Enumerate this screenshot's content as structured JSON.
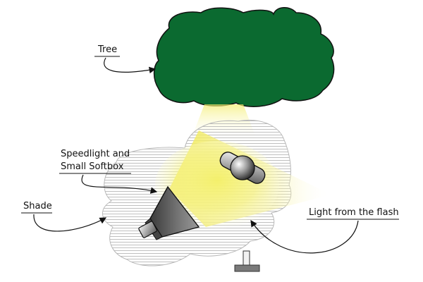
{
  "labels": {
    "tree": "Tree",
    "speedlight_line1": "Speedlight and",
    "speedlight_line2": "Small Softbox",
    "shade": "Shade",
    "light": "Light from the flash"
  },
  "colors": {
    "tree_fill": "#0b6a30",
    "outline": "#111111",
    "shade_stripe": "#b8b8b8",
    "light_glow": "#f4f06a",
    "softbox": "#555555"
  },
  "icons": [
    "tree-shape",
    "shade-area",
    "light-beam",
    "softbox-icon",
    "subject-icon",
    "camera-icon",
    "arrow-icon"
  ]
}
